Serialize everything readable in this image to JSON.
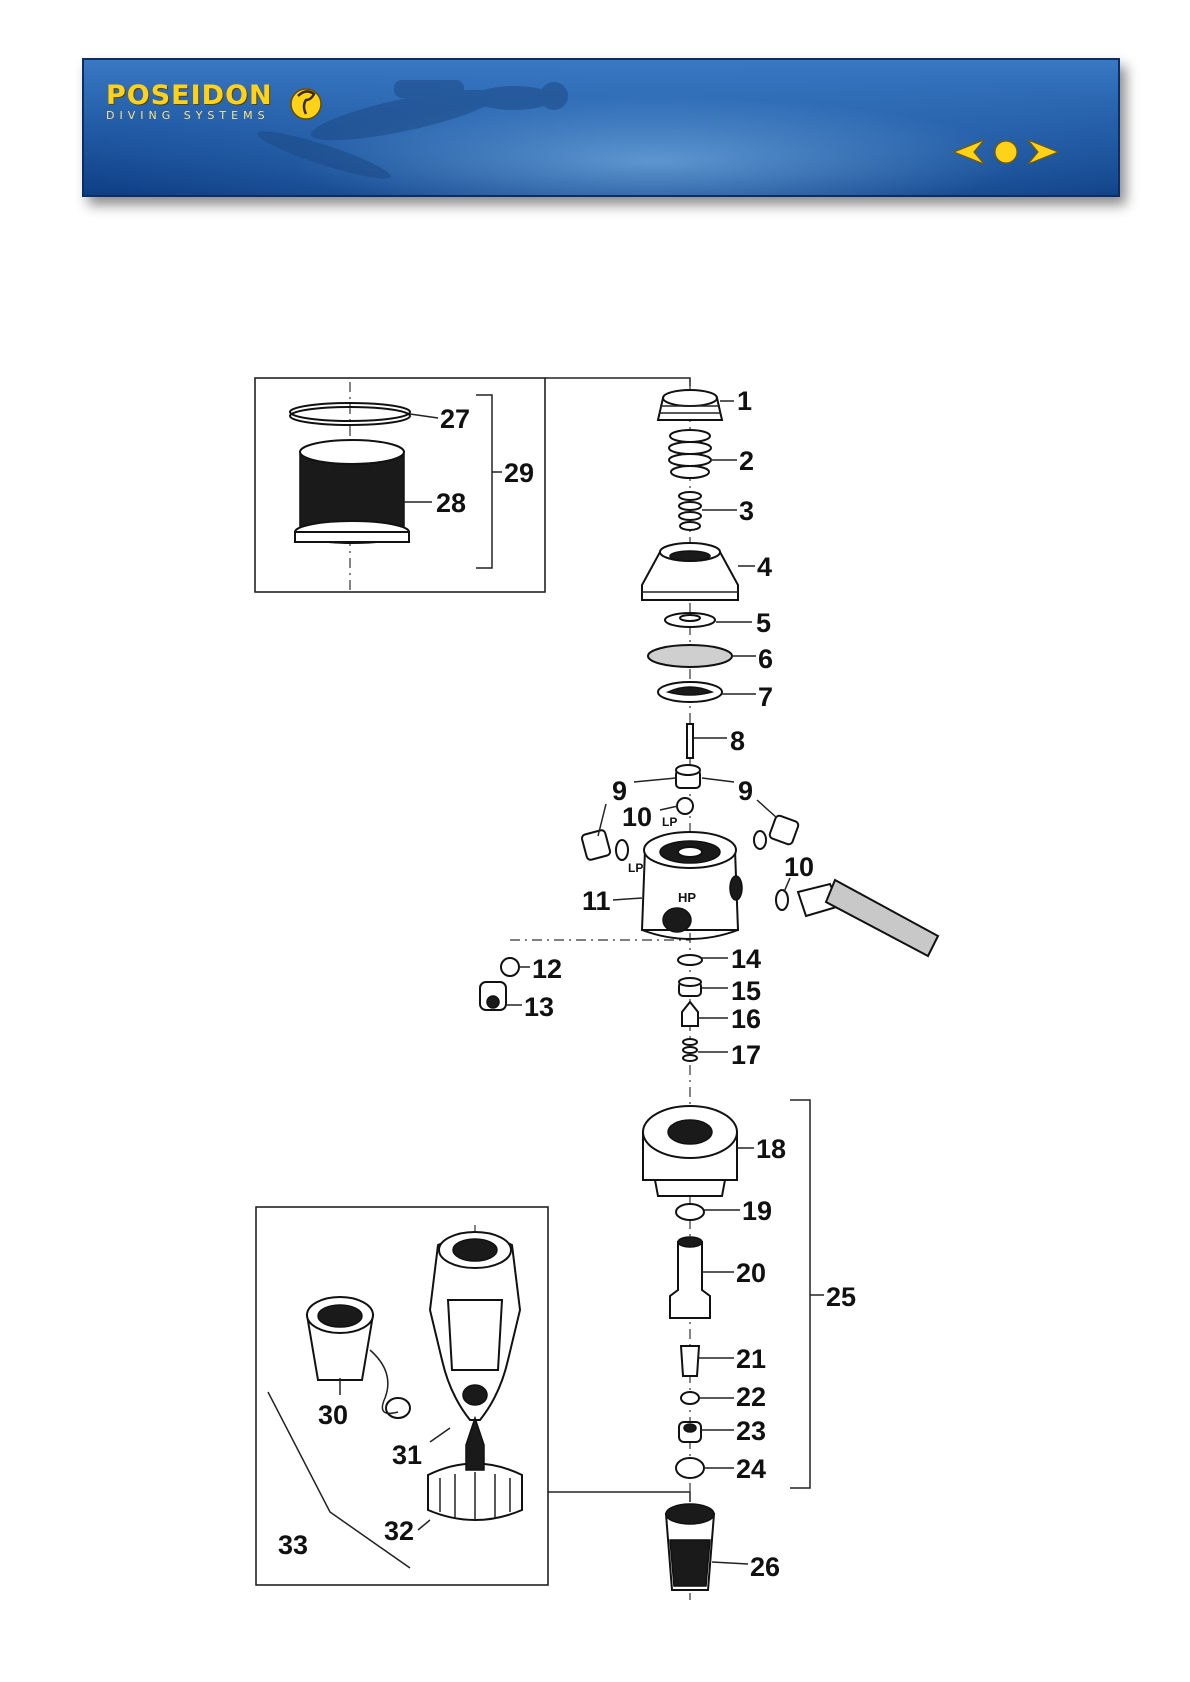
{
  "header": {
    "brand": "POSEIDON",
    "tagline": "DIVING SYSTEMS",
    "nav": {
      "prev_icon": "triangle-left-icon",
      "home_icon": "circle-icon",
      "next_icon": "triangle-right-icon"
    },
    "colors": {
      "banner": "#245ea8",
      "brand": "#ffd21a"
    }
  },
  "callouts": {
    "c1": "1",
    "c2": "2",
    "c3": "3",
    "c4": "4",
    "c5": "5",
    "c6": "6",
    "c7": "7",
    "c8": "8",
    "c9a": "9",
    "c9b": "9",
    "c10a": "10",
    "c10b": "10",
    "c11": "11",
    "c12": "12",
    "c13": "13",
    "c14": "14",
    "c15": "15",
    "c16": "16",
    "c17": "17",
    "c18": "18",
    "c19": "19",
    "c20": "20",
    "c21": "21",
    "c22": "22",
    "c23": "23",
    "c24": "24",
    "c25": "25",
    "c26": "26",
    "c27": "27",
    "c28": "28",
    "c29": "29",
    "c30": "30",
    "c31": "31",
    "c32": "32",
    "c33": "33"
  },
  "body_labels": {
    "lp1": "LP",
    "lp2": "LP",
    "hp": "HP"
  }
}
